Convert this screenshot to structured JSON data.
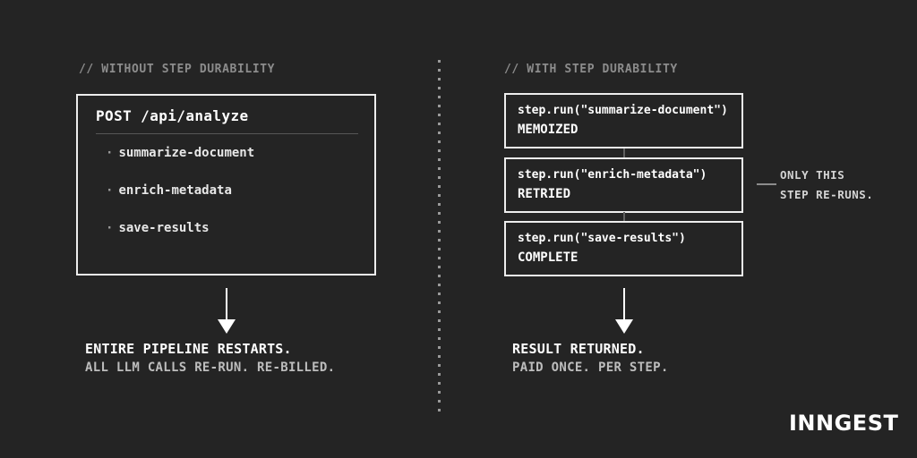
{
  "colors": {
    "background": "#242424",
    "box_border": "#ededed",
    "text_primary": "#ffffff",
    "text_muted": "#8c8c8c",
    "text_secondary": "#bdbdbd",
    "divider_dot": "#9a9a9a"
  },
  "left": {
    "header": "// WITHOUT STEP DURABILITY",
    "box": {
      "title": "POST /api/analyze",
      "bullet": "·",
      "items": [
        "summarize-document",
        "enrich-metadata",
        "save-results"
      ]
    },
    "caption_primary": "ENTIRE PIPELINE RESTARTS.",
    "caption_secondary": "ALL LLM CALLS RE-RUN. RE-BILLED."
  },
  "right": {
    "header": "// WITH STEP DURABILITY",
    "steps": [
      {
        "code": "step.run(\"summarize-document\")",
        "status": "MEMOIZED"
      },
      {
        "code": "step.run(\"enrich-metadata\")",
        "status": "RETRIED"
      },
      {
        "code": "step.run(\"save-results\")",
        "status": "COMPLETE"
      }
    ],
    "callout": {
      "line1": "ONLY THIS",
      "line2": "STEP RE-RUNS."
    },
    "caption_primary": "RESULT RETURNED.",
    "caption_secondary": "PAID ONCE. PER STEP."
  },
  "brand": {
    "logo": "INNGEST"
  }
}
